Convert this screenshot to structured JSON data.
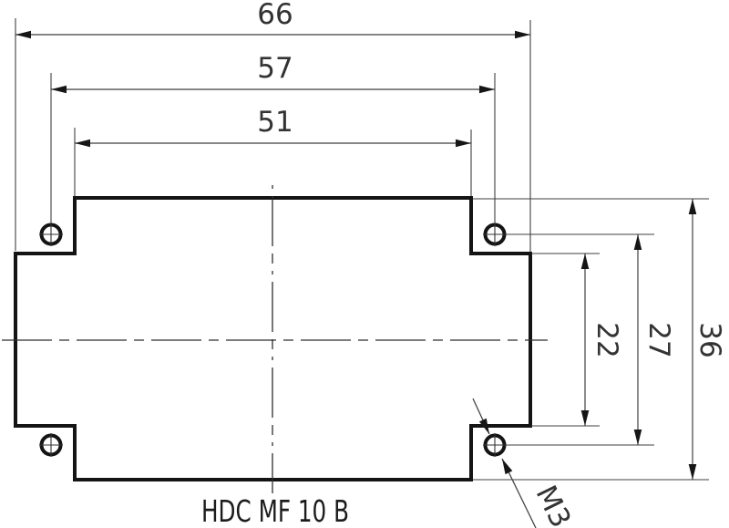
{
  "drawing": {
    "part_label": "HDC MF 10 B",
    "dims": {
      "overall_width": "66",
      "hole_span_width": "57",
      "top_width": "51",
      "inner_height": "22",
      "hole_span_height": "27",
      "overall_height": "36"
    },
    "thread_label": "M3",
    "colors": {
      "line": "#141414",
      "background": "#ffffff"
    }
  }
}
